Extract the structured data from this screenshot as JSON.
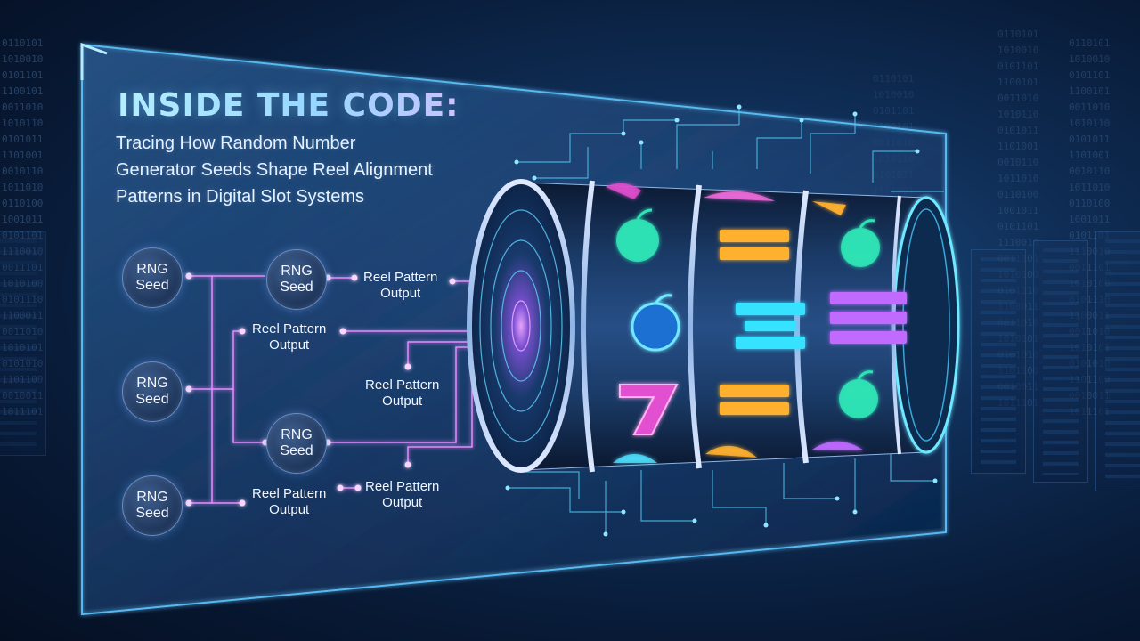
{
  "heading": {
    "title": "INSIDE THE CODE:",
    "subtitle_lines": [
      "Tracing How Random Number",
      "Generator Seeds Shape Reel Alignment",
      "Patterns in Digital Slot Systems"
    ]
  },
  "diagram": {
    "seed_line1": "RNG",
    "seed_line2": "Seed",
    "output_line1": "Reel Pattern",
    "output_line2": "Output"
  },
  "binary_text": "0110101\n1010010\n0101101\n1100101\n0011010\n1010110\n0101011\n1101001\n0010110\n1011010\n0110100\n1001011\n0101101\n1110010\n0011101\n1010100\n0101110\n1100011\n0011010\n1010101\n0101010\n1101100\n0010011\n1011101",
  "colors": {
    "accent_pink": "#e58bff",
    "accent_cyan": "#6fe8ff",
    "panel_border": "#59b8f0"
  },
  "icons": [
    "apple-icon",
    "seven-icon",
    "bar-icon",
    "circuit-traces"
  ]
}
